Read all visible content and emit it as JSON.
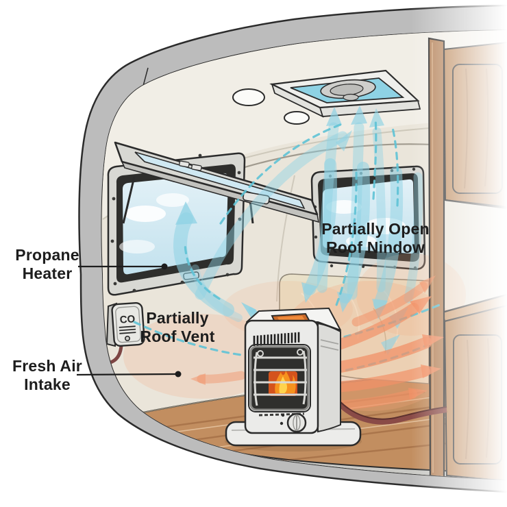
{
  "diagram": {
    "labels": {
      "propane_heater": {
        "line1": "Propane",
        "line2": "Heater"
      },
      "fresh_air_intake": {
        "line1": "Fresh Air",
        "line2": "Intake"
      },
      "roof_vent": {
        "line1": "Partially",
        "line2": "Roof Vent"
      },
      "roof_window": {
        "line1": "Partially Open",
        "line2": "Roof Nindow"
      },
      "co_detector_text": "CO"
    },
    "colors": {
      "cool_air": "#8ed2e4",
      "cool_air_light": "#b5e2ee",
      "cool_air_dash": "#5fc3d6",
      "warm_air": "#f29268",
      "warm_wash": "#f5a87e",
      "flame_orange": "#f58220",
      "flame_core": "#ffd34d",
      "shell_gray": "#bcbcbc",
      "wall_cream": "#eae5da",
      "ceiling_cream": "#f1eee6",
      "floor_wood": "#c28e60",
      "cabinet_wood": "#bd8a5c",
      "hose_red": "#8a4b47",
      "outline": "#2b2b2b",
      "label_text": "#1d1d1d"
    }
  }
}
